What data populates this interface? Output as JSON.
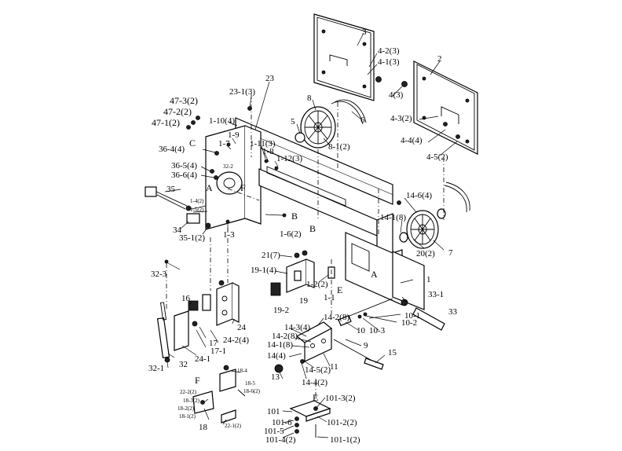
{
  "labels": [
    {
      "id": "p3",
      "text": "3",
      "size": "n"
    },
    {
      "id": "p4-2-3",
      "text": "4-2(3)",
      "size": "n"
    },
    {
      "id": "p4-1-3",
      "text": "4-1(3)",
      "size": "n"
    },
    {
      "id": "p2",
      "text": "2",
      "size": "n"
    },
    {
      "id": "p4-3",
      "text": "4(3)",
      "size": "n"
    },
    {
      "id": "p4-3-2",
      "text": "4-3(2)",
      "size": "n"
    },
    {
      "id": "p4-4-4",
      "text": "4-4(4)",
      "size": "n"
    },
    {
      "id": "p4-5-2",
      "text": "4-5(2)",
      "size": "n"
    },
    {
      "id": "p23",
      "text": "23",
      "size": "n"
    },
    {
      "id": "p23-1-3",
      "text": "23-1(3)",
      "size": "n"
    },
    {
      "id": "p8",
      "text": "8",
      "size": "n"
    },
    {
      "id": "p5",
      "text": "5",
      "size": "n"
    },
    {
      "id": "p6",
      "text": "6",
      "size": "n"
    },
    {
      "id": "p8-1-2",
      "text": "8-1(2)",
      "size": "n"
    },
    {
      "id": "p47-3-2",
      "text": "47-3(2)",
      "size": "l"
    },
    {
      "id": "p47-2-2",
      "text": "47-2(2)",
      "size": "l"
    },
    {
      "id": "p47-1-2",
      "text": "47-1(2)",
      "size": "l"
    },
    {
      "id": "p1-10-4",
      "text": "1-10(4)",
      "size": "n"
    },
    {
      "id": "p1-9",
      "text": "1-9",
      "size": "n"
    },
    {
      "id": "p1-7",
      "text": "1-7",
      "size": "n"
    },
    {
      "id": "p1-11-3",
      "text": "1-11(3)",
      "size": "n"
    },
    {
      "id": "p1-8",
      "text": "1-8",
      "size": "n"
    },
    {
      "id": "p1-12-3",
      "text": "1-12(3)",
      "size": "n"
    },
    {
      "id": "pC",
      "text": "C",
      "size": "l"
    },
    {
      "id": "p36-4-4",
      "text": "36-4(4)",
      "size": "n"
    },
    {
      "id": "p36-5-4",
      "text": "36-5(4)",
      "size": "n"
    },
    {
      "id": "p36-6-4",
      "text": "36-6(4)",
      "size": "n"
    },
    {
      "id": "p32-2",
      "text": "32-2",
      "size": "s"
    },
    {
      "id": "pA1",
      "text": "A",
      "size": "l"
    },
    {
      "id": "pF1",
      "text": "F",
      "size": "l"
    },
    {
      "id": "p35",
      "text": "35",
      "size": "n"
    },
    {
      "id": "p1-4-2",
      "text": "1-4(2)",
      "size": "s"
    },
    {
      "id": "p1-5-2",
      "text": "1-5(2)",
      "size": "s"
    },
    {
      "id": "p34",
      "text": "34",
      "size": "n"
    },
    {
      "id": "p35-1-2",
      "text": "35-1(2)",
      "size": "n"
    },
    {
      "id": "p1-3",
      "text": "1-3",
      "size": "n"
    },
    {
      "id": "pB1",
      "text": "B",
      "size": "l"
    },
    {
      "id": "pB2",
      "text": "B",
      "size": "l"
    },
    {
      "id": "p1-6-2",
      "text": "1-6(2)",
      "size": "n"
    },
    {
      "id": "p14-6-4",
      "text": "14-6(4)",
      "size": "n"
    },
    {
      "id": "p14-1-8",
      "text": "14-1(8)",
      "size": "n"
    },
    {
      "id": "p20-2",
      "text": "20(2)",
      "size": "n"
    },
    {
      "id": "p7",
      "text": "7",
      "size": "n"
    },
    {
      "id": "p21-7",
      "text": "21(7)",
      "size": "n"
    },
    {
      "id": "p19-1-4",
      "text": "19-1(4)",
      "size": "n"
    },
    {
      "id": "p1-2-2",
      "text": "1-2(2)",
      "size": "n"
    },
    {
      "id": "pE1",
      "text": "E",
      "size": "l"
    },
    {
      "id": "p1-1",
      "text": "1-1",
      "size": "n"
    },
    {
      "id": "pA2",
      "text": "A",
      "size": "l"
    },
    {
      "id": "p1",
      "text": "1",
      "size": "n"
    },
    {
      "id": "p32-3",
      "text": "32-3",
      "size": "n"
    },
    {
      "id": "p19",
      "text": "19",
      "size": "n"
    },
    {
      "id": "p19-2",
      "text": "19-2",
      "size": "n"
    },
    {
      "id": "p33-1",
      "text": "33-1",
      "size": "n"
    },
    {
      "id": "p33",
      "text": "33",
      "size": "n"
    },
    {
      "id": "p16",
      "text": "16",
      "size": "n"
    },
    {
      "id": "p10-1",
      "text": "10-1",
      "size": "n"
    },
    {
      "id": "p10-2",
      "text": "10-2",
      "size": "n"
    },
    {
      "id": "p10-3",
      "text": "10-3",
      "size": "n"
    },
    {
      "id": "p10",
      "text": "10",
      "size": "n"
    },
    {
      "id": "p14-2-8a",
      "text": "14-2(8)",
      "size": "n"
    },
    {
      "id": "p14-3-4",
      "text": "14-3(4)",
      "size": "n"
    },
    {
      "id": "p14-2-8b",
      "text": "14-2(8)",
      "size": "n"
    },
    {
      "id": "p14-1-8b",
      "text": "14-1(8)",
      "size": "n"
    },
    {
      "id": "p14-4",
      "text": "14(4)",
      "size": "n"
    },
    {
      "id": "p9",
      "text": "9",
      "size": "n"
    },
    {
      "id": "p15",
      "text": "15",
      "size": "n"
    },
    {
      "id": "p17",
      "text": "17",
      "size": "n"
    },
    {
      "id": "p17-1",
      "text": "17-1",
      "size": "n"
    },
    {
      "id": "p24",
      "text": "24",
      "size": "n"
    },
    {
      "id": "p24-2-4",
      "text": "24-2(4)",
      "size": "n"
    },
    {
      "id": "p24-1",
      "text": "24-1",
      "size": "n"
    },
    {
      "id": "p32",
      "text": "32",
      "size": "n"
    },
    {
      "id": "p32-1",
      "text": "32-1",
      "size": "n"
    },
    {
      "id": "p13",
      "text": "13",
      "size": "n"
    },
    {
      "id": "p14-5-2",
      "text": "14-5(2)",
      "size": "n"
    },
    {
      "id": "p14-4-2",
      "text": "14-4(2)",
      "size": "n"
    },
    {
      "id": "p11",
      "text": "11",
      "size": "n"
    },
    {
      "id": "p18-4",
      "text": "18-4",
      "size": "s"
    },
    {
      "id": "pF2",
      "text": "F",
      "size": "l"
    },
    {
      "id": "p18-5",
      "text": "18-5",
      "size": "s"
    },
    {
      "id": "p18-6-2",
      "text": "18-6(2)",
      "size": "s"
    },
    {
      "id": "p22-2-2",
      "text": "22-2(2)",
      "size": "s"
    },
    {
      "id": "p18-3-2",
      "text": "18-3(2)",
      "size": "s"
    },
    {
      "id": "p18-2-2",
      "text": "18-2(2)",
      "size": "s"
    },
    {
      "id": "p18-1-2",
      "text": "18-1(2)",
      "size": "s"
    },
    {
      "id": "p18",
      "text": "18",
      "size": "n"
    },
    {
      "id": "p22-1-2",
      "text": "22-1(2)",
      "size": "s"
    },
    {
      "id": "pE2",
      "text": "E",
      "size": "l"
    },
    {
      "id": "p101-3-2",
      "text": "101-3(2)",
      "size": "n"
    },
    {
      "id": "p101",
      "text": "101",
      "size": "n"
    },
    {
      "id": "p101-6",
      "text": "101-6",
      "size": "n"
    },
    {
      "id": "p101-2-2",
      "text": "101-2(2)",
      "size": "n"
    },
    {
      "id": "p101-5",
      "text": "101-5",
      "size": "n"
    },
    {
      "id": "p101-4-2",
      "text": "101-4(2)",
      "size": "n"
    },
    {
      "id": "p101-1-2",
      "text": "101-1(2)",
      "size": "n"
    }
  ]
}
